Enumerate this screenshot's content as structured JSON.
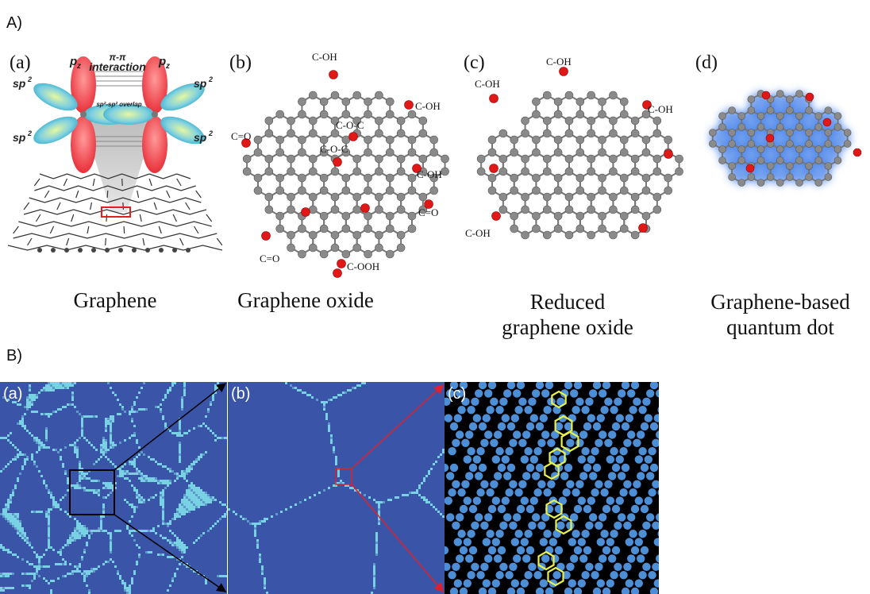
{
  "section_a": {
    "label": "A)"
  },
  "section_b": {
    "label": "B)"
  },
  "panels_a": [
    {
      "letter": "(a)",
      "caption_lines": [
        "Graphene"
      ],
      "orbital_labels": {
        "pz": "p",
        "pz_sub": "z",
        "sp2": "sp",
        "sp2_sup": "2",
        "interaction_top": "π-π",
        "interaction_bottom": "interaction",
        "overlap": "sp²-sp² overlap"
      }
    },
    {
      "letter": "(b)",
      "caption_lines": [
        "Graphene oxide"
      ],
      "groups": [
        "C-OH",
        "C-OH",
        "C=O",
        "C-O-C",
        "C-O-C",
        "C-OH",
        "C=O",
        "C=O",
        "C-OOH"
      ]
    },
    {
      "letter": "(c)",
      "caption_lines": [
        "Reduced",
        "graphene oxide"
      ],
      "groups": [
        "C-OH",
        "C-OH",
        "C-OH",
        "C-OH"
      ]
    },
    {
      "letter": "(d)",
      "caption_lines": [
        "Graphene-based",
        "quantum dot"
      ]
    }
  ],
  "panels_b": [
    {
      "letter": "(a)"
    },
    {
      "letter": "(b)"
    },
    {
      "letter": "(c)"
    }
  ],
  "colors": {
    "blue_field": "#3a55a8",
    "grain_boundary": "#7fe0ea",
    "atom_blue": "#4d8fd6",
    "defect_ring": "#e9f24a",
    "zoom_arrow_black": "#000000",
    "zoom_arrow_red": "#e0202a",
    "oxygen_red": "#e01818",
    "carbon_gray": "#8a8a8a",
    "lobe_red": "#e8303a",
    "lobe_cyan": "#2aa8c8"
  }
}
